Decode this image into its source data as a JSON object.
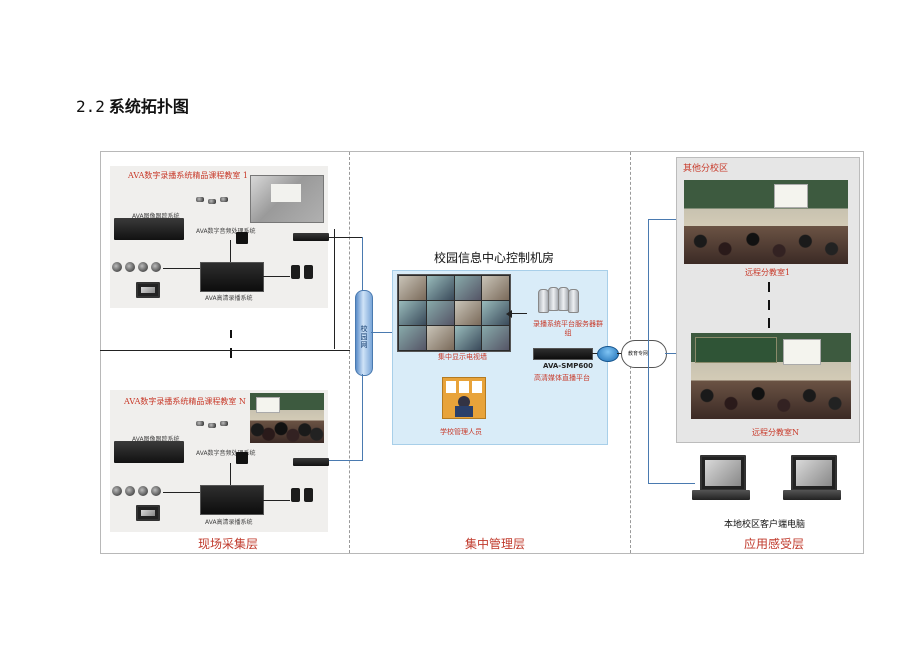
{
  "heading": {
    "number": "2.2",
    "title": "系统拓扑图"
  },
  "left": {
    "room1_title": "AVA数字录播系统精品课程教室 1",
    "room2_title": "AVA数字录播系统精品课程教室 N",
    "image_tracking": "AVA图像跟踪系统",
    "audio_processing": "AVA数字音频处理系统",
    "hd_recording": "AVA高清录播系统",
    "layer_label": "现场采集层"
  },
  "middle": {
    "campus_net": "校园网",
    "control_room_title": "校园信息中心控制机房",
    "video_wall_label": "集中显示电视墙",
    "server_cluster_label": "录播系统平台服务器群组",
    "platform_model": "AVA-SMP600",
    "platform_name": "高清媒体直播平台",
    "admin_label": "学校管理人员",
    "layer_label": "集中管理层"
  },
  "right": {
    "edu_net": "教育专网",
    "other_campus": "其他分校区",
    "remote_room_1": "远程分教室1",
    "remote_room_n": "远程分教室N",
    "local_client": "本地校区客户端电脑",
    "layer_label": "应用感受层"
  },
  "colors": {
    "accent_red": "#c83a2a",
    "net_blue": "#4a7ab0",
    "control_bg": "#d9ecf8"
  }
}
